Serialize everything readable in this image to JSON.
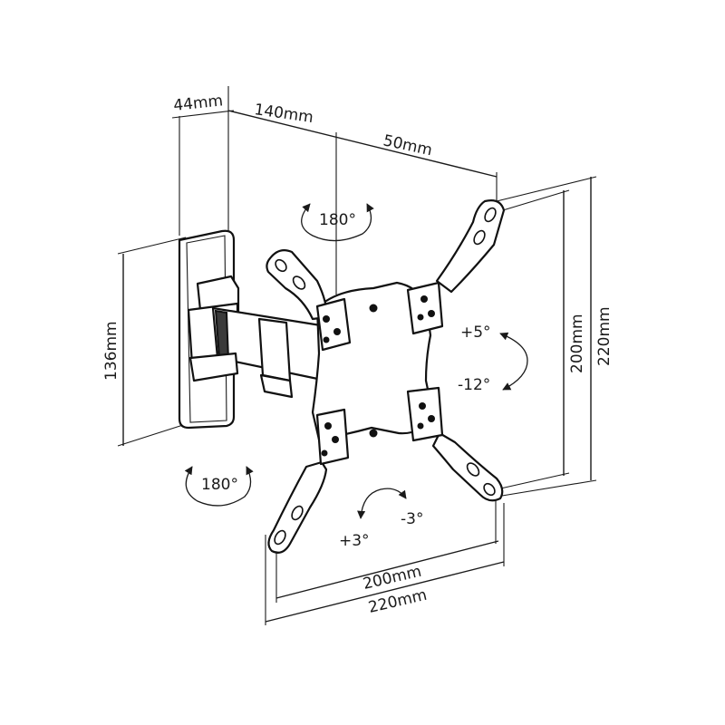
{
  "dimensions": {
    "depth_wall_plate": "44mm",
    "arm_length": "140mm",
    "arm_offset": "50mm",
    "wall_plate_height": "136mm",
    "vesa_vertical_inner": "200mm",
    "vesa_vertical_outer": "220mm",
    "vesa_horizontal_inner": "200mm",
    "vesa_horizontal_outer": "220mm"
  },
  "rotations": {
    "swivel_top": "180°",
    "swivel_bottom": "180°",
    "tilt_up": "+5°",
    "tilt_down": "-12°",
    "rotate_plus": "+3°",
    "rotate_minus": "-3°"
  },
  "colors": {
    "line": "#1a1a1a",
    "background": "#ffffff",
    "dark_part": "#3a3a3a"
  }
}
